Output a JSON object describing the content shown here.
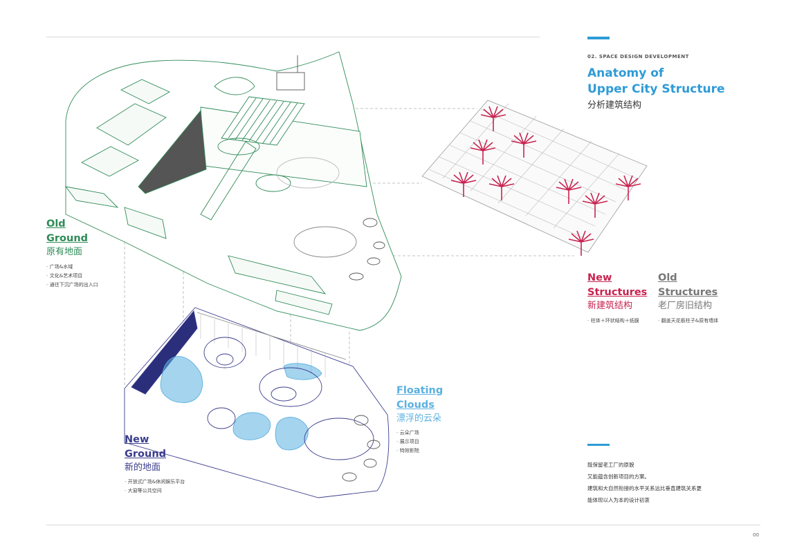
{
  "header": {
    "kicker": "02. SPACE DESIGN DEVELOPMENT",
    "title_line1": "Anatomy of",
    "title_line2": "Upper City Structure",
    "title_zh": "分析建筑结构"
  },
  "old_ground": {
    "en_line1": "Old",
    "en_line2": "Ground",
    "zh": "原有地面",
    "bullets": [
      "广场&水域",
      "文化&艺术项目",
      "通往下沉广场的出入口"
    ]
  },
  "new_ground": {
    "en_line1": "New",
    "en_line2": "Ground",
    "zh": "新的地面",
    "bullets": [
      "开放式广场&休闲娱乐平台",
      "大窗等公共空间"
    ]
  },
  "floating_clouds": {
    "en_line1": "Floating",
    "en_line2": "Clouds",
    "zh": "漂浮的云朵",
    "bullets": [
      "云朵广场",
      "展示项目",
      "特效影院"
    ]
  },
  "new_structures": {
    "en_line1": "New",
    "en_line2": "Structures",
    "zh": "新建筑结构",
    "bullets": [
      "柱体＋环状结构＋纸膜"
    ]
  },
  "old_structures": {
    "en_line1": "Old",
    "en_line2": "Structures",
    "zh": "老厂房旧结构",
    "bullets": [
      "翻盖天花板柱子&原有墙体"
    ]
  },
  "notes": [
    "既保留老工厂的原貌",
    "又能蕴含创新项目的方案。",
    "建筑和大自然衔接的水平关系远比垂直建筑关系更",
    "能体现以人为本的设计初衷"
  ],
  "page_number": "00",
  "colors": {
    "accent_blue": "#2f9bd6",
    "old_green": "#2e8b57",
    "new_navy": "#3a3c8c",
    "cloud_blue": "#5bb0e0",
    "structure_red": "#c8224f",
    "old_gray": "#777777"
  }
}
